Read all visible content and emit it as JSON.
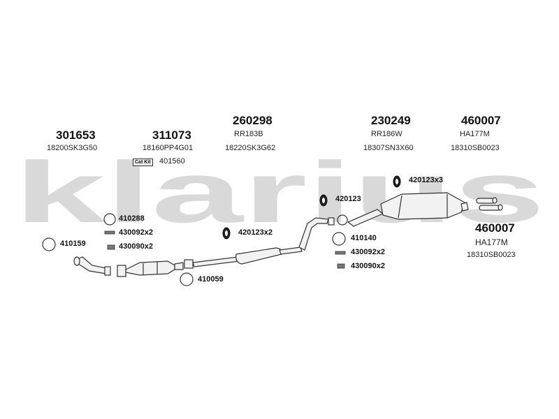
{
  "watermark": {
    "text": "klarius"
  },
  "header_parts": [
    {
      "part": "301653",
      "oem": "18200SK3G50"
    },
    {
      "part": "311073",
      "oem": "18160PP4G01"
    },
    {
      "part": "260298",
      "oem": "RR183B",
      "oem2": "18220SK3G62"
    },
    {
      "part": "230249",
      "oem": "RR186W",
      "oem2": "18307SN3X60"
    },
    {
      "part": "460007",
      "oem": "HA177M",
      "oem2": "18310SB0023"
    }
  ],
  "cat_kit": {
    "badge": "Cat Kit",
    "number": "401560"
  },
  "callouts": {
    "c410288": "410288",
    "c430092_left": "430092x2",
    "c430090_left": "430090x2",
    "c410159": "410159",
    "c420123x2": "420123x2",
    "c410059": "410059",
    "c420123": "420123",
    "c420123x3": "420123x3",
    "c410140": "410140",
    "c430092_right": "430092x2",
    "c430090_right": "430090x2"
  },
  "tailpipe": {
    "part": "460007",
    "oem": "HA177M",
    "oem2": "18310SB0023"
  },
  "colors": {
    "watermark": "#d9d9d9",
    "line": "#333333",
    "part_fill": "#f2f2f2"
  }
}
